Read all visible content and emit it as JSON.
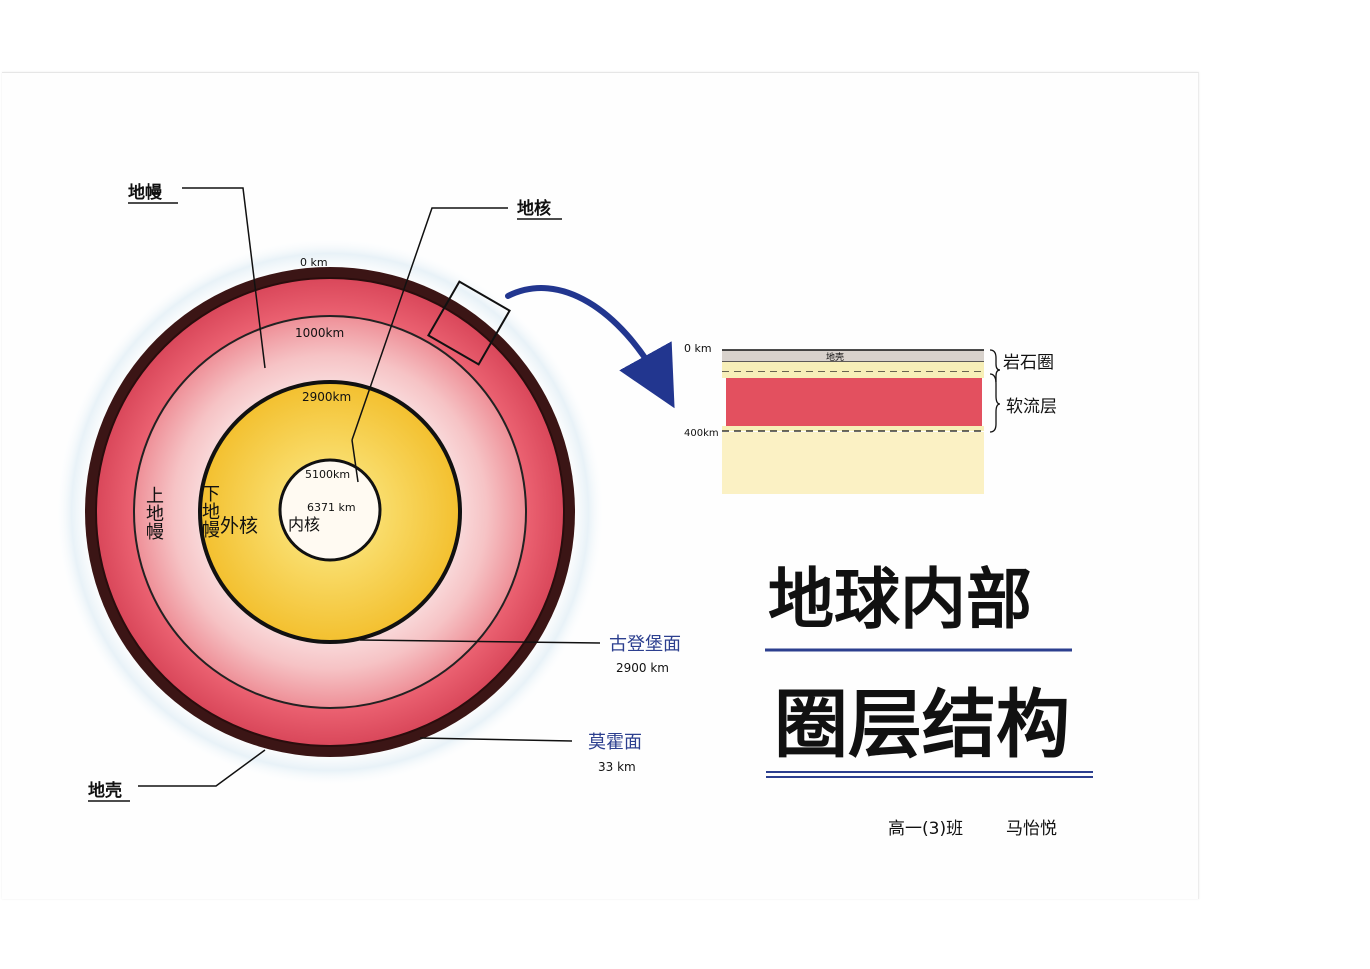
{
  "diagram": {
    "labels": {
      "mantle": "地幔",
      "core": "地核",
      "crust": "地壳",
      "upper_mantle": "上地幔",
      "lower_mantle": "下地幔",
      "outer_core": "外核",
      "inner_core": "内核"
    },
    "depths": {
      "surface": "0 km",
      "d1000": "1000km",
      "d2900": "2900km",
      "d5100": "5100km",
      "d6371": "6371 km"
    },
    "boundaries": {
      "gutenberg": "古登堡面",
      "gutenberg_depth": "2900 km",
      "moho": "莫霍面",
      "moho_depth": "33 km"
    },
    "detail": {
      "top": "0 km",
      "bottom": "400km",
      "crust_tag": "地壳",
      "lithosphere": "岩石圈",
      "asthenosphere": "软流层"
    },
    "colors": {
      "crust": "#3a1414",
      "upper_mantle": "#e64a5c",
      "lower_mantle": "#f6c6c6",
      "outer_core": "#f5c542",
      "inner_core": "#fffaf2",
      "arrow": "#22368f"
    }
  },
  "title": {
    "line1": "地球内部",
    "line2": "圈层结构"
  },
  "author": {
    "class": "高一(3)班",
    "name": "马怡悦"
  }
}
